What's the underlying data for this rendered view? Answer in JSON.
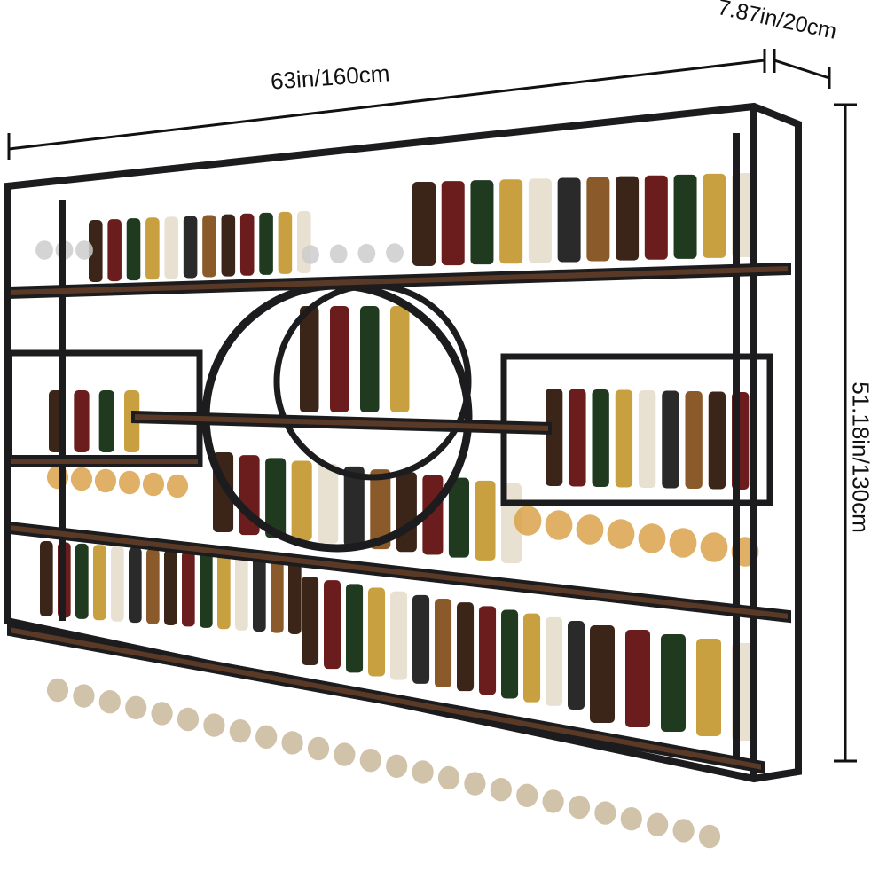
{
  "dimensions": {
    "width": "63in/160cm",
    "depth": "7.87in/20cm",
    "height": "51.18in/130cm"
  },
  "colors": {
    "frame": "#1c1c1e",
    "shelf_wood": "#5a3a26",
    "glass_gold": "#d9a24a",
    "background": "#ffffff"
  }
}
